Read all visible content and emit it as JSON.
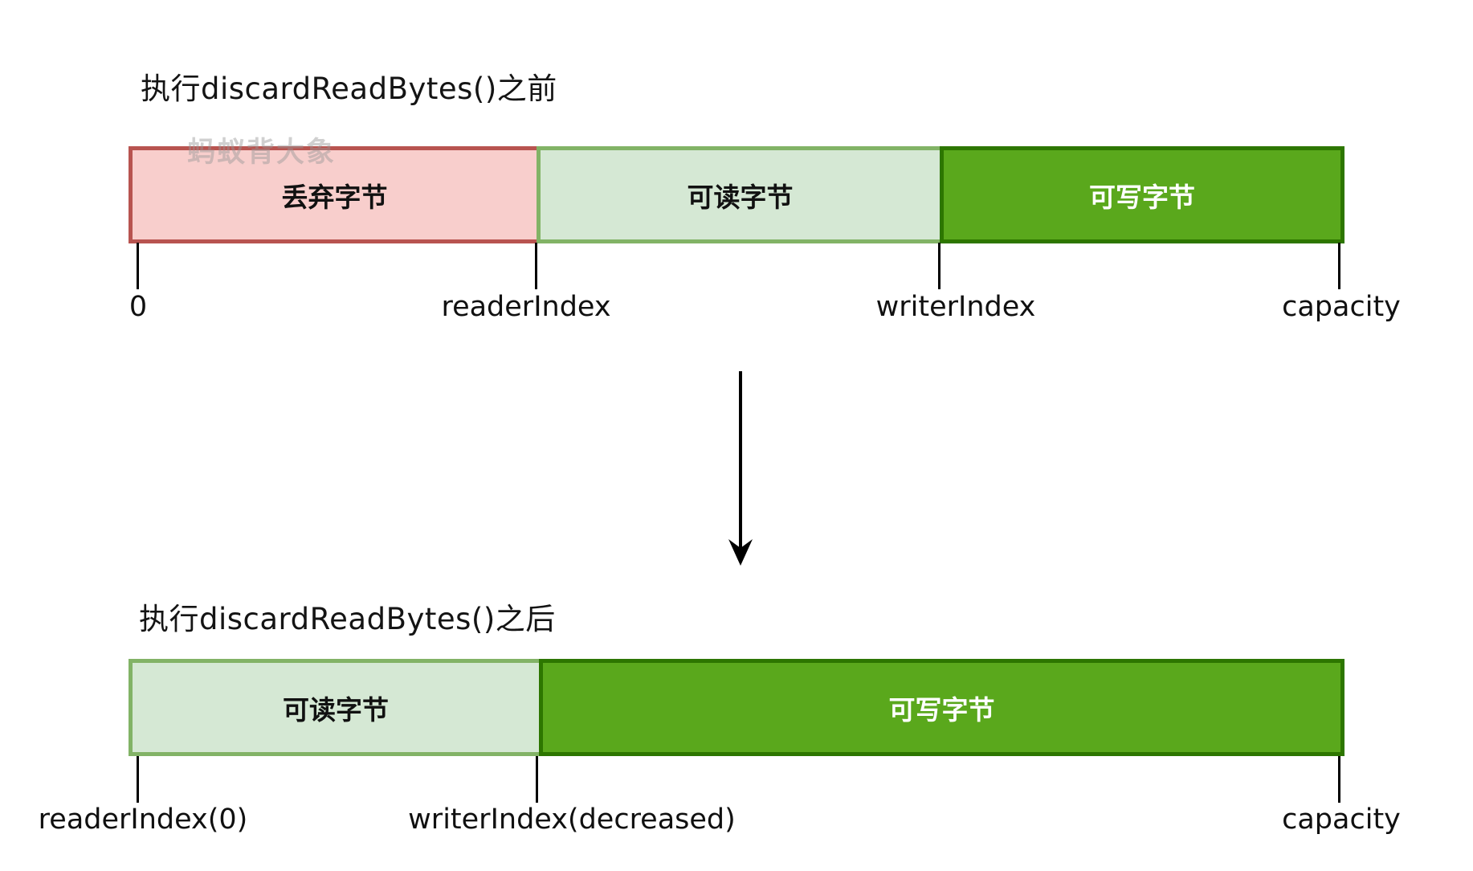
{
  "watermark": "蚂蚁背大象",
  "before": {
    "title": "执行discardReadBytes()之前",
    "segments": [
      {
        "label": "丢弃字节"
      },
      {
        "label": "可读字节"
      },
      {
        "label": "可写字节"
      }
    ],
    "ticks": [
      {
        "label": "0"
      },
      {
        "label": "readerIndex"
      },
      {
        "label": "writerIndex"
      },
      {
        "label": "capacity"
      }
    ]
  },
  "after": {
    "title": "执行discardReadBytes()之后",
    "segments": [
      {
        "label": "可读字节"
      },
      {
        "label": "可写字节"
      }
    ],
    "ticks": [
      {
        "label": "readerIndex(0)"
      },
      {
        "label": "writerIndex(decreased)"
      },
      {
        "label": "capacity"
      }
    ]
  },
  "colors": {
    "discard_fill": "#f8cecc",
    "discard_stroke": "#b85450",
    "readable_fill": "#d5e8d4",
    "readable_stroke": "#82b366",
    "writable_fill": "#5aa81c",
    "writable_stroke": "#2d7600",
    "tick": "#000000",
    "arrow": "#000000",
    "watermark": "#999999"
  }
}
